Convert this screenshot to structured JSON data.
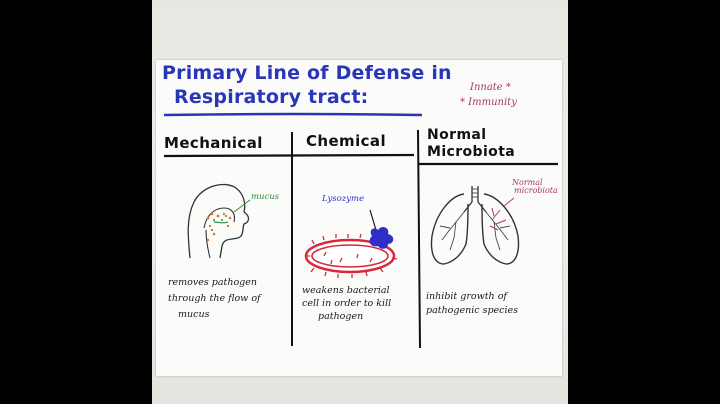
{
  "poster": {
    "title_line1": "Primary Line of Defense in",
    "title_line2": "Respiratory tract:",
    "tag_innate": "Innate  *",
    "tag_immunity": "* Immunity",
    "columns": [
      {
        "header": "Mechanical",
        "diagram_label": "mucus",
        "caption": [
          "removes pathogen",
          "through the flow of",
          "mucus"
        ]
      },
      {
        "header": "Chemical",
        "diagram_label": "Lysozyme",
        "caption": [
          "weakens bacterial",
          "cell in order to kill",
          "pathogen"
        ]
      },
      {
        "header_line1": "Normal",
        "header_line2": "Microbiota",
        "diagram_label_line1": "Normal",
        "diagram_label_line2": "microbiota",
        "caption": [
          "inhibit growth of",
          "pathogenic species"
        ]
      }
    ]
  },
  "colors": {
    "title_blue": "#2a36b8",
    "innate_pink": "#a8385e",
    "bacterium_red": "#d8283c",
    "lysozyme_blue": "#2f2fc8",
    "mucus_green": "#2f8a3c",
    "mucus_orange": "#e0762a"
  }
}
